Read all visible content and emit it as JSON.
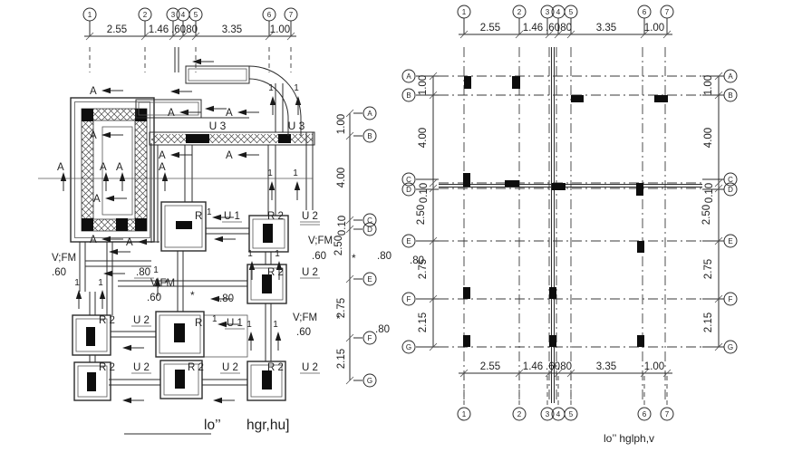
{
  "drawing": {
    "type": "structural foundation plan and column layout plan",
    "ink_color": "#1f1f1f",
    "background_color": "#ffffff"
  },
  "grid": {
    "cols": [
      "1",
      "2",
      "3",
      "4",
      "5",
      "6",
      "7"
    ],
    "rows": [
      "A",
      "B",
      "C",
      "D",
      "E",
      "F",
      "G"
    ]
  },
  "dims": {
    "top": [
      "2.55",
      "1.46",
      ".60",
      ".80",
      "3.35",
      "1.00"
    ],
    "side": [
      "1.00",
      "4.00",
      "0.10",
      "2.50",
      "2.75",
      "2.15"
    ]
  },
  "labels": {
    "u3": "U 3",
    "r": "R",
    "r2": "R 2",
    "u1": "U 1",
    "u2": "U 2",
    "vfm": "V;FM",
    "d60": ".60",
    "d80": ".80",
    "star": "*",
    "a": "A",
    "one": "1"
  },
  "captions": {
    "left_1": "lo’’",
    "left_2": "hgr,hu]",
    "right": "lo’’  hglph,v"
  }
}
